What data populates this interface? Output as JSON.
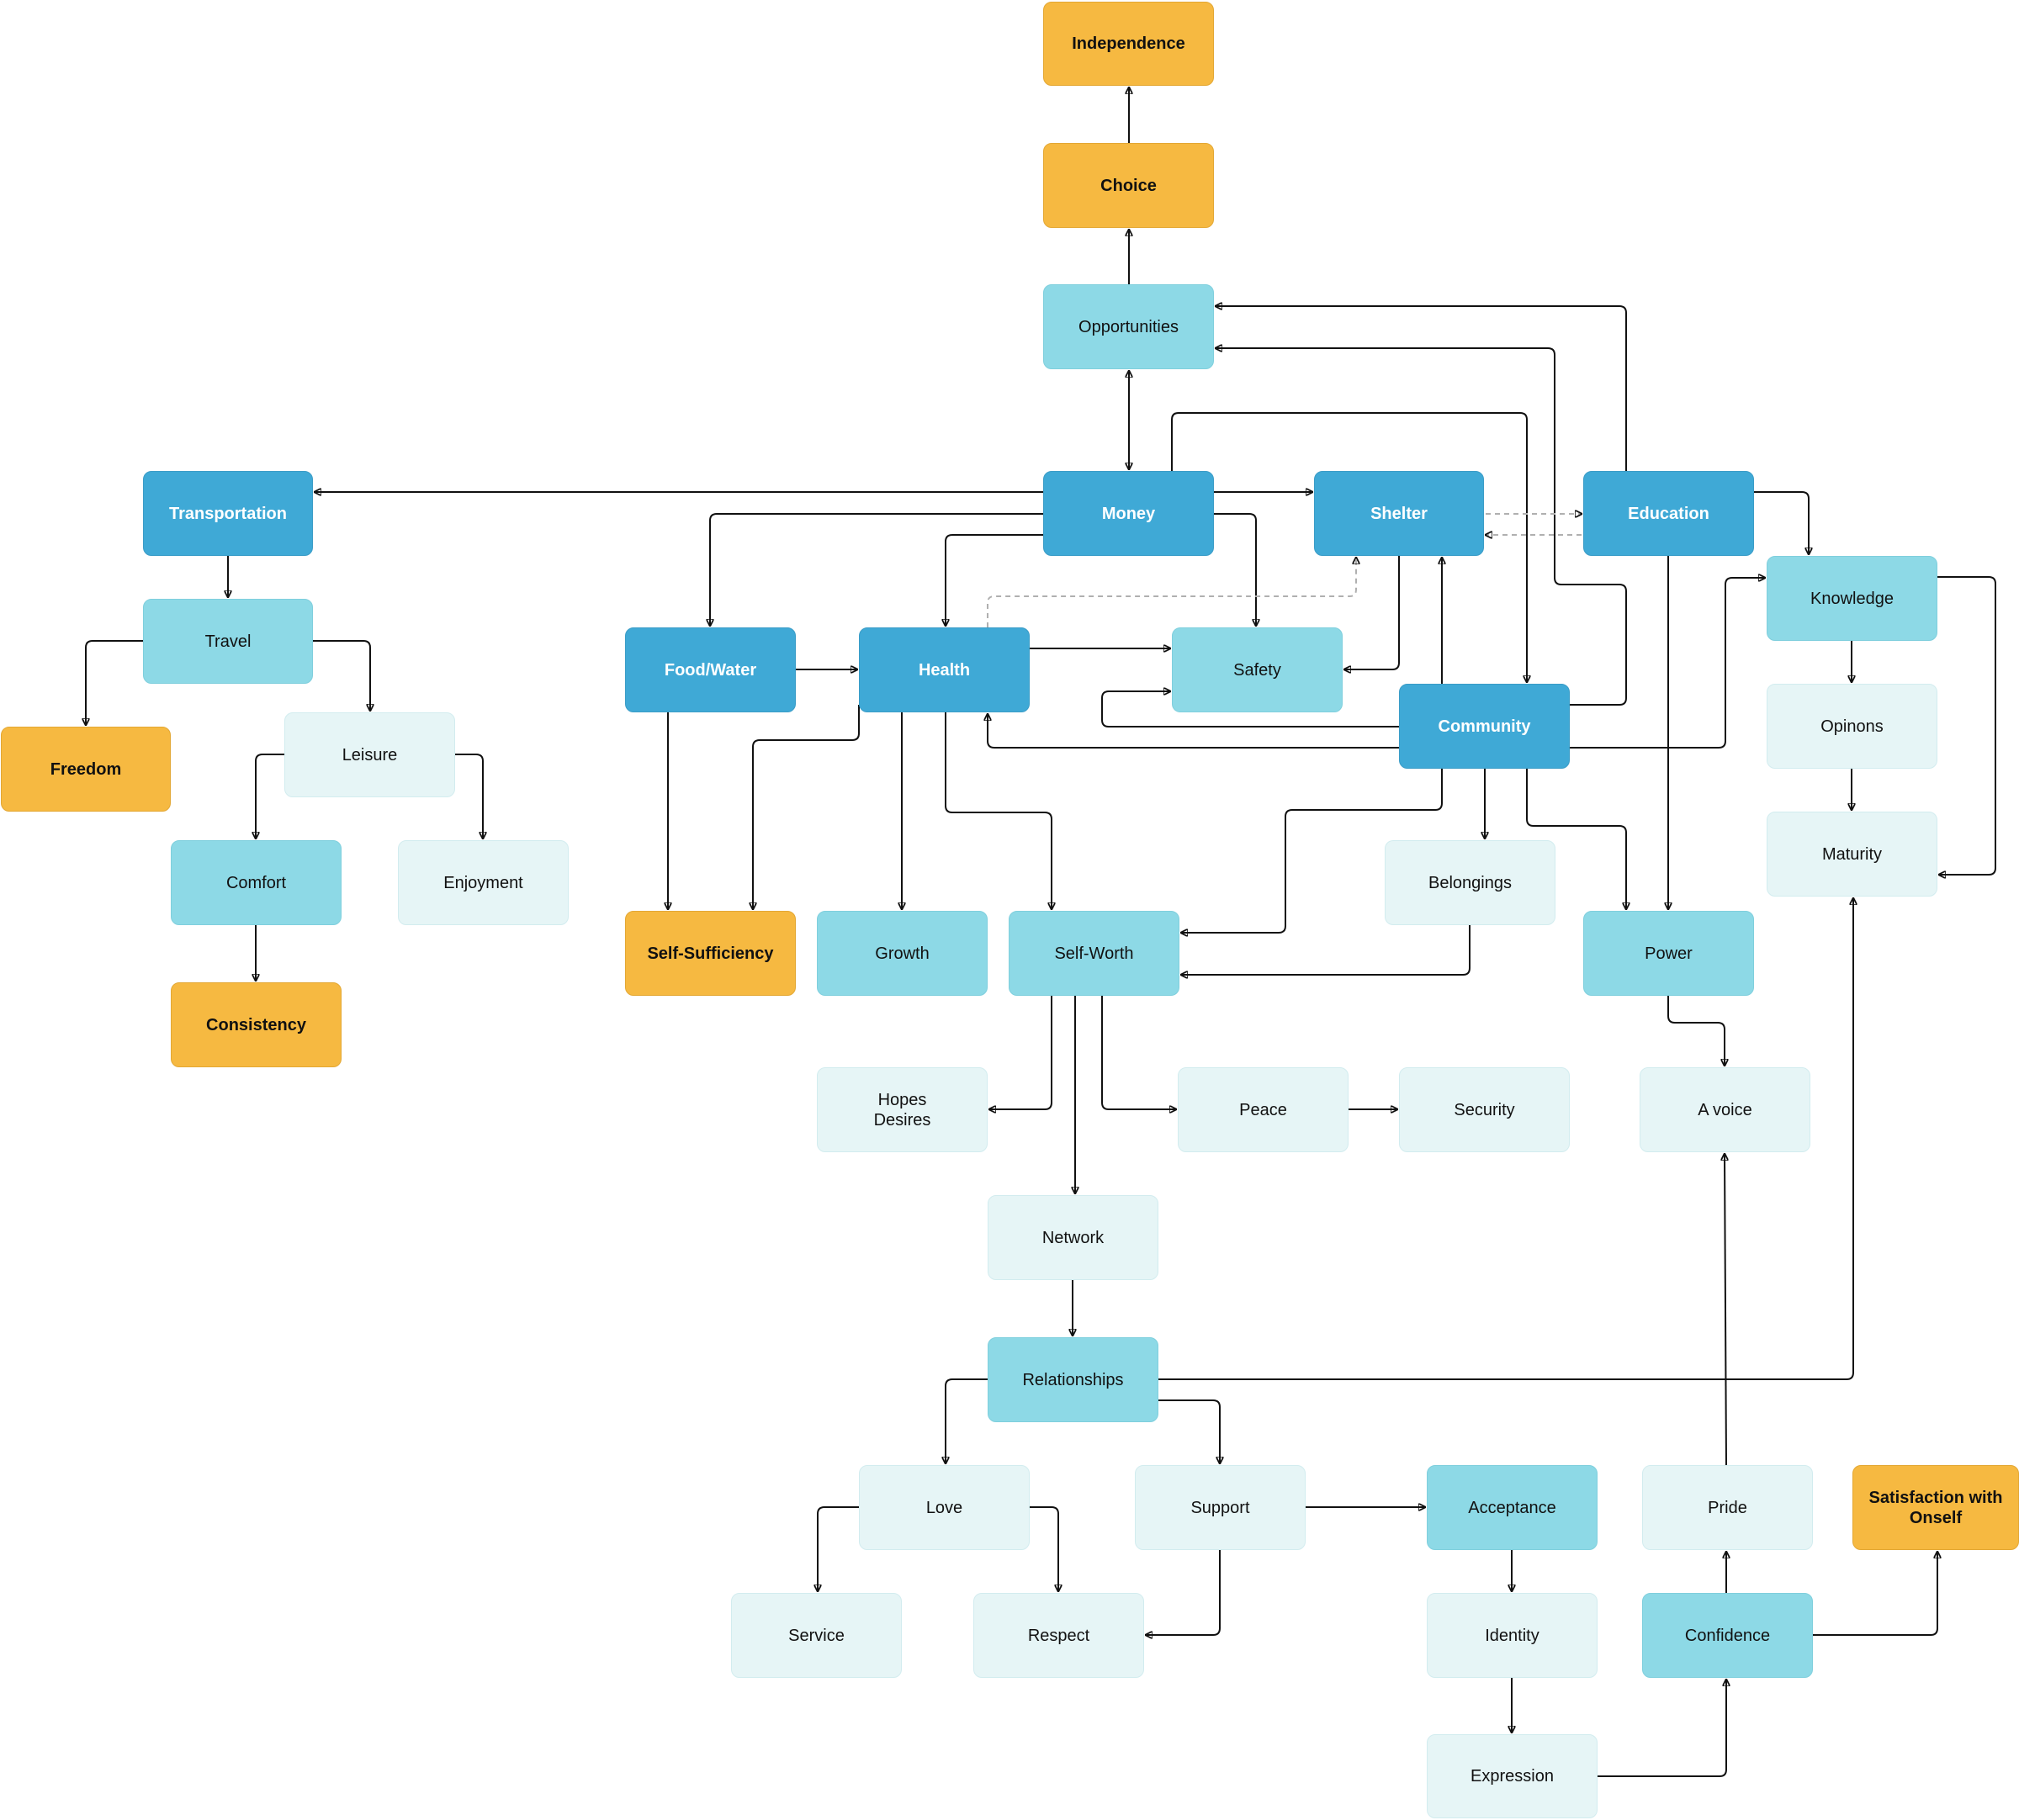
{
  "colors": {
    "dark": "#3fa9d6",
    "mid": "#8dd9e6",
    "light": "#e6f5f6",
    "gold": "#f6b941",
    "edge": "#111111",
    "dashed_edge": "#b0b0b0"
  },
  "nodes": {
    "independence": {
      "label": "Independence",
      "style": "gold"
    },
    "choice": {
      "label": "Choice",
      "style": "gold"
    },
    "opportunities": {
      "label": "Opportunities",
      "style": "mid"
    },
    "money": {
      "label": "Money",
      "style": "dark"
    },
    "transportation": {
      "label": "Transportation",
      "style": "dark"
    },
    "shelter": {
      "label": "Shelter",
      "style": "dark"
    },
    "education": {
      "label": "Education",
      "style": "dark"
    },
    "knowledge": {
      "label": "Knowledge",
      "style": "mid"
    },
    "opinons": {
      "label": "Opinons",
      "style": "light"
    },
    "maturity": {
      "label": "Maturity",
      "style": "light"
    },
    "travel": {
      "label": "Travel",
      "style": "mid"
    },
    "freedom": {
      "label": "Freedom",
      "style": "gold"
    },
    "leisure": {
      "label": "Leisure",
      "style": "light"
    },
    "comfort": {
      "label": "Comfort",
      "style": "mid"
    },
    "enjoyment": {
      "label": "Enjoyment",
      "style": "light"
    },
    "consistency": {
      "label": "Consistency",
      "style": "gold"
    },
    "food_water": {
      "label": "Food/Water",
      "style": "dark"
    },
    "health": {
      "label": "Health",
      "style": "dark"
    },
    "safety": {
      "label": "Safety",
      "style": "mid"
    },
    "community": {
      "label": "Community",
      "style": "dark"
    },
    "self_sufficiency": {
      "label": "Self-Sufficiency",
      "style": "gold"
    },
    "growth": {
      "label": "Growth",
      "style": "mid"
    },
    "self_worth": {
      "label": "Self-Worth",
      "style": "mid"
    },
    "belongings": {
      "label": "Belongings",
      "style": "light"
    },
    "power": {
      "label": "Power",
      "style": "mid"
    },
    "hopes_desires": {
      "label": "Hopes\nDesires",
      "style": "light"
    },
    "peace": {
      "label": "Peace",
      "style": "light"
    },
    "security": {
      "label": "Security",
      "style": "light"
    },
    "a_voice": {
      "label": "A voice",
      "style": "light"
    },
    "network": {
      "label": "Network",
      "style": "light"
    },
    "relationships": {
      "label": "Relationships",
      "style": "mid"
    },
    "love": {
      "label": "Love",
      "style": "light"
    },
    "support": {
      "label": "Support",
      "style": "light"
    },
    "acceptance": {
      "label": "Acceptance",
      "style": "mid"
    },
    "pride": {
      "label": "Pride",
      "style": "light"
    },
    "satisfaction": {
      "label": "Satisfaction with\nOnself",
      "style": "gold"
    },
    "service": {
      "label": "Service",
      "style": "light"
    },
    "respect": {
      "label": "Respect",
      "style": "light"
    },
    "identity": {
      "label": "Identity",
      "style": "light"
    },
    "confidence": {
      "label": "Confidence",
      "style": "mid"
    },
    "expression": {
      "label": "Expression",
      "style": "light"
    }
  },
  "edges": [
    {
      "from": "choice",
      "to": "independence"
    },
    {
      "from": "opportunities",
      "to": "choice"
    },
    {
      "from": "money",
      "to": "opportunities",
      "bidirectional": true
    },
    {
      "from": "education",
      "to": "opportunities"
    },
    {
      "from": "community",
      "to": "opportunities"
    },
    {
      "from": "money",
      "to": "transportation"
    },
    {
      "from": "money",
      "to": "shelter"
    },
    {
      "from": "money",
      "to": "community"
    },
    {
      "from": "money",
      "to": "food_water"
    },
    {
      "from": "money",
      "to": "health"
    },
    {
      "from": "money",
      "to": "safety"
    },
    {
      "from": "shelter",
      "to": "education",
      "bidirectional": true,
      "dashed": true
    },
    {
      "from": "health",
      "to": "shelter",
      "dashed": true
    },
    {
      "from": "shelter",
      "to": "safety"
    },
    {
      "from": "community",
      "to": "shelter"
    },
    {
      "from": "education",
      "to": "knowledge"
    },
    {
      "from": "education",
      "to": "power"
    },
    {
      "from": "knowledge",
      "to": "opinons"
    },
    {
      "from": "knowledge",
      "to": "maturity"
    },
    {
      "from": "opinons",
      "to": "maturity"
    },
    {
      "from": "transportation",
      "to": "travel"
    },
    {
      "from": "travel",
      "to": "freedom"
    },
    {
      "from": "travel",
      "to": "leisure"
    },
    {
      "from": "leisure",
      "to": "comfort"
    },
    {
      "from": "leisure",
      "to": "enjoyment"
    },
    {
      "from": "comfort",
      "to": "consistency"
    },
    {
      "from": "food_water",
      "to": "health"
    },
    {
      "from": "food_water",
      "to": "self_sufficiency"
    },
    {
      "from": "health",
      "to": "safety"
    },
    {
      "from": "health",
      "to": "self_sufficiency"
    },
    {
      "from": "health",
      "to": "growth"
    },
    {
      "from": "health",
      "to": "self_worth"
    },
    {
      "from": "community",
      "to": "safety"
    },
    {
      "from": "community",
      "to": "health"
    },
    {
      "from": "community",
      "to": "knowledge"
    },
    {
      "from": "community",
      "to": "self_worth"
    },
    {
      "from": "community",
      "to": "belongings"
    },
    {
      "from": "community",
      "to": "power"
    },
    {
      "from": "belongings",
      "to": "self_worth"
    },
    {
      "from": "power",
      "to": "a_voice"
    },
    {
      "from": "self_worth",
      "to": "hopes_desires"
    },
    {
      "from": "self_worth",
      "to": "peace"
    },
    {
      "from": "self_worth",
      "to": "network"
    },
    {
      "from": "peace",
      "to": "security"
    },
    {
      "from": "network",
      "to": "relationships"
    },
    {
      "from": "relationships",
      "to": "maturity"
    },
    {
      "from": "relationships",
      "to": "love"
    },
    {
      "from": "relationships",
      "to": "support"
    },
    {
      "from": "love",
      "to": "service"
    },
    {
      "from": "love",
      "to": "respect"
    },
    {
      "from": "support",
      "to": "respect"
    },
    {
      "from": "support",
      "to": "acceptance"
    },
    {
      "from": "acceptance",
      "to": "identity"
    },
    {
      "from": "identity",
      "to": "expression"
    },
    {
      "from": "expression",
      "to": "confidence"
    },
    {
      "from": "confidence",
      "to": "pride"
    },
    {
      "from": "confidence",
      "to": "satisfaction"
    },
    {
      "from": "pride",
      "to": "a_voice"
    }
  ]
}
